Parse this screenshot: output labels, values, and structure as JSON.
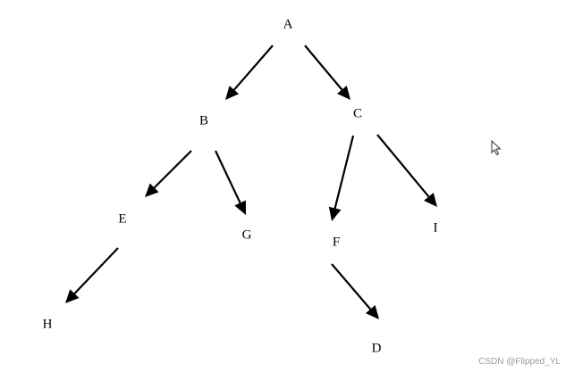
{
  "diagram": {
    "type": "tree",
    "nodes": [
      {
        "id": "A",
        "label": "A"
      },
      {
        "id": "B",
        "label": "B"
      },
      {
        "id": "C",
        "label": "C"
      },
      {
        "id": "E",
        "label": "E"
      },
      {
        "id": "G",
        "label": "G"
      },
      {
        "id": "F",
        "label": "F"
      },
      {
        "id": "I",
        "label": "I"
      },
      {
        "id": "H",
        "label": "H"
      },
      {
        "id": "D",
        "label": "D"
      }
    ],
    "edges": [
      {
        "from": "A",
        "to": "B"
      },
      {
        "from": "A",
        "to": "C"
      },
      {
        "from": "B",
        "to": "E"
      },
      {
        "from": "B",
        "to": "G"
      },
      {
        "from": "C",
        "to": "F"
      },
      {
        "from": "C",
        "to": "I"
      },
      {
        "from": "E",
        "to": "H"
      },
      {
        "from": "F",
        "to": "D"
      }
    ],
    "edge_color": "#000000",
    "label_color": "#000000"
  },
  "watermark": {
    "text": "CSDN @Flipped_YL",
    "color": "#9a9a9a"
  },
  "cursor": {
    "icon": "mouse-pointer-icon"
  }
}
